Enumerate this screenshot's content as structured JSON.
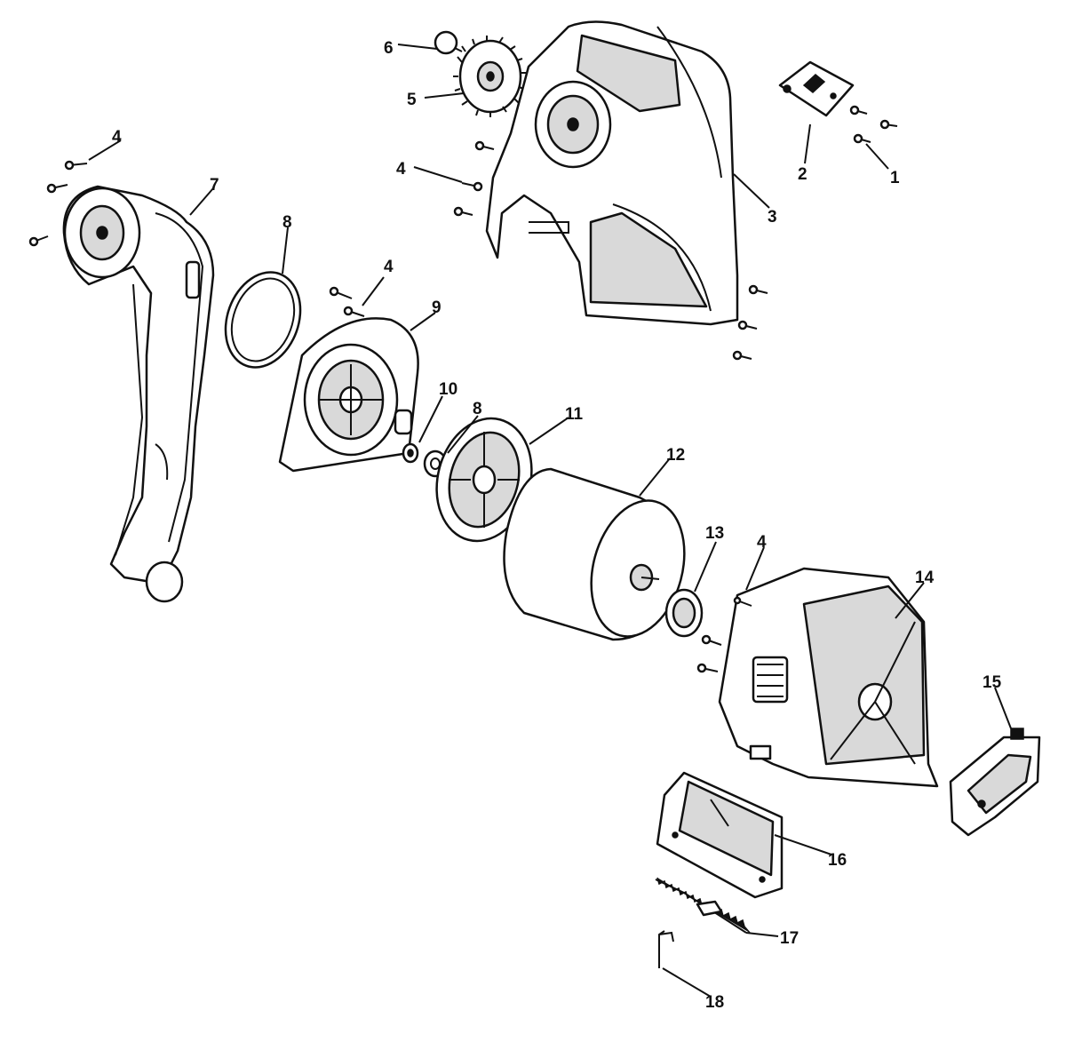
{
  "callouts": [
    {
      "id": "c1",
      "label": "1"
    },
    {
      "id": "c2",
      "label": "2"
    },
    {
      "id": "c3",
      "label": "3"
    },
    {
      "id": "c4a",
      "label": "4"
    },
    {
      "id": "c4b",
      "label": "4"
    },
    {
      "id": "c4c",
      "label": "4"
    },
    {
      "id": "c4d",
      "label": "4"
    },
    {
      "id": "c5",
      "label": "5"
    },
    {
      "id": "c6",
      "label": "6"
    },
    {
      "id": "c7",
      "label": "7"
    },
    {
      "id": "c8a",
      "label": "8"
    },
    {
      "id": "c8b",
      "label": "8"
    },
    {
      "id": "c9",
      "label": "9"
    },
    {
      "id": "c10",
      "label": "10"
    },
    {
      "id": "c11",
      "label": "11"
    },
    {
      "id": "c12",
      "label": "12"
    },
    {
      "id": "c13",
      "label": "13"
    },
    {
      "id": "c14",
      "label": "14"
    },
    {
      "id": "c15",
      "label": "15"
    },
    {
      "id": "c16",
      "label": "16"
    },
    {
      "id": "c17",
      "label": "17"
    },
    {
      "id": "c18",
      "label": "18"
    }
  ]
}
